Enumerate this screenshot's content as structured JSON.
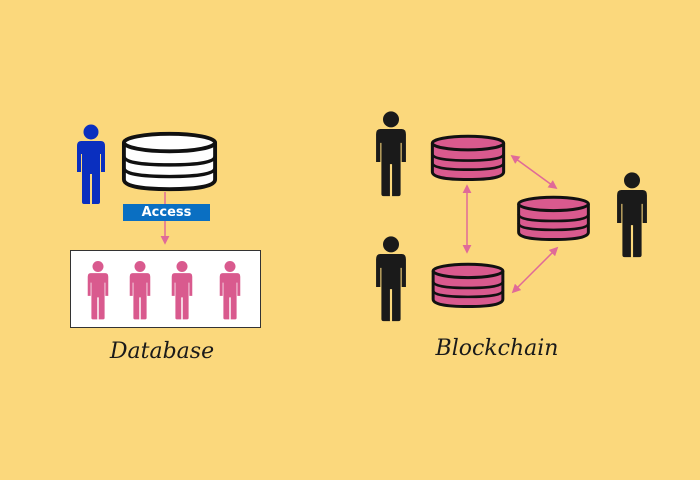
{
  "database": {
    "caption": "Database",
    "access_label": "Access",
    "colors": {
      "admin": "#0a2fbf",
      "users": "#d95a8e",
      "db_fill": "#ffffff",
      "label_bg": "#0a6fc2"
    }
  },
  "blockchain": {
    "caption": "Blockchain",
    "colors": {
      "nodes": "#1a1a1a",
      "db_fill": "#d95a8e",
      "arrows": "#e06a98"
    }
  },
  "background": "#fbd87c"
}
